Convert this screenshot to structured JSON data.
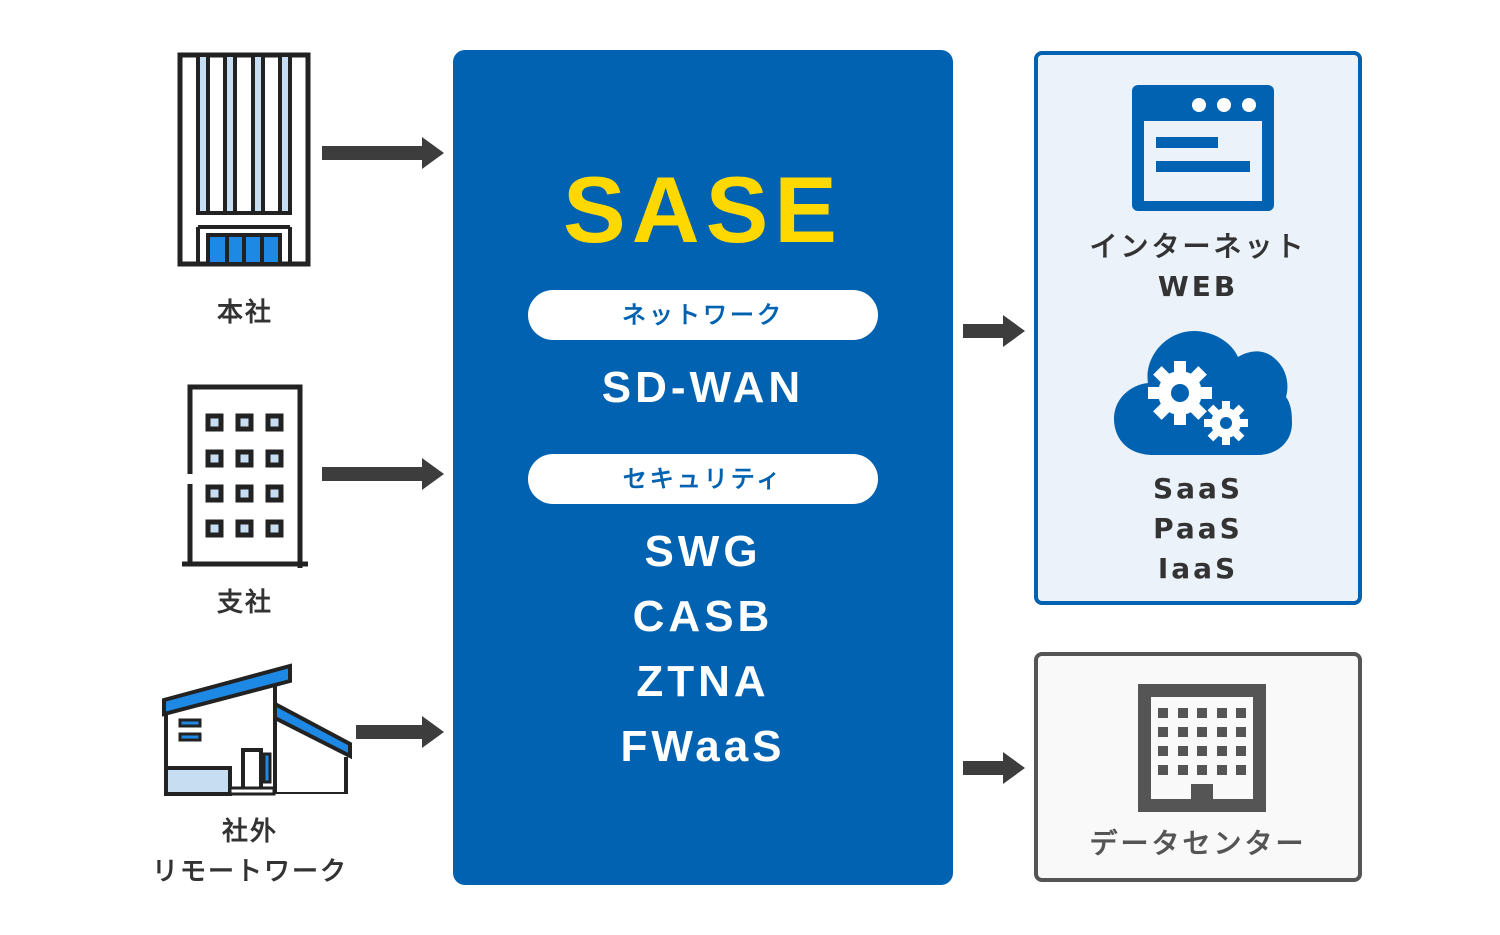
{
  "sources": [
    {
      "label": "本社",
      "icon": "office-tower-icon"
    },
    {
      "label": "支社",
      "icon": "branch-building-icon"
    },
    {
      "label_line1": "社外",
      "label_line2": "リモートワーク",
      "icon": "house-icon"
    }
  ],
  "sase": {
    "title": "SASE",
    "network_label": "ネットワーク",
    "network_items": [
      "SD-WAN"
    ],
    "security_label": "セキュリティ",
    "security_items": [
      "SWG",
      "CASB",
      "ZTNA",
      "FWaaS"
    ]
  },
  "destinations": {
    "internet": {
      "line1": "インターネット",
      "line2": "WEB",
      "icon": "browser-window-icon"
    },
    "cloud": {
      "lines": [
        "SaaS",
        "PaaS",
        "IaaS"
      ],
      "icon": "cloud-gears-icon"
    },
    "datacenter": {
      "label": "データセンター",
      "icon": "datacenter-building-icon"
    }
  },
  "colors": {
    "sase_blue": "#0062b0",
    "sase_title_yellow": "#ffd800",
    "accent_light_blue": "#c6ddf2",
    "icon_blue": "#1e88e5",
    "arrow_gray": "#3d3d3d",
    "datacenter_gray": "#555555"
  }
}
